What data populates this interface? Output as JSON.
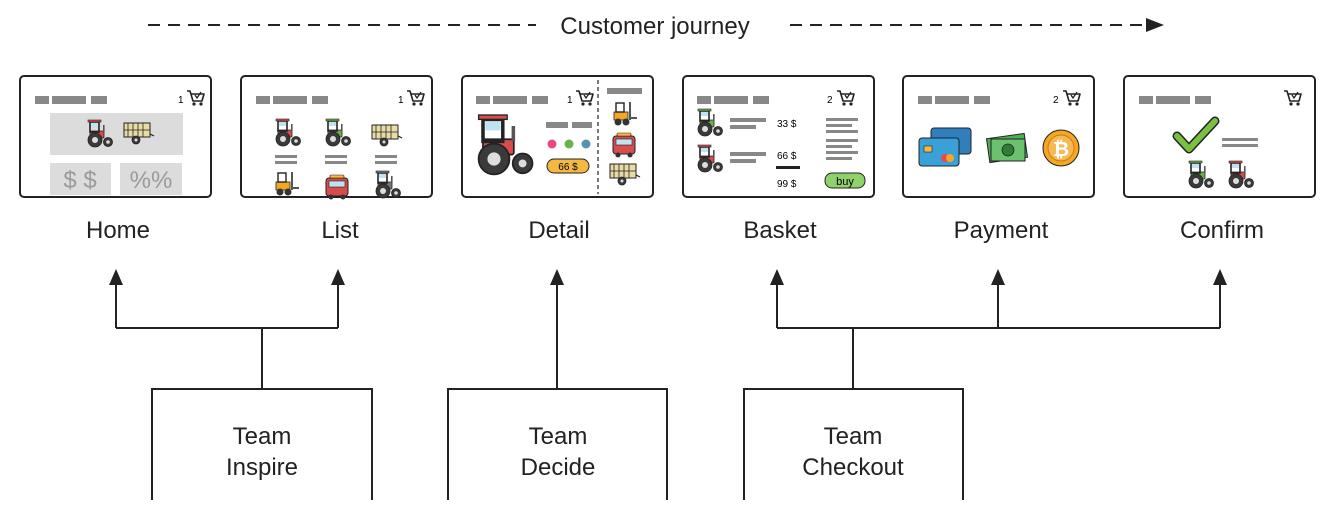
{
  "journey_label": "Customer journey",
  "screens": [
    {
      "id": "home",
      "label": "Home",
      "cart_count": "1",
      "tiles": [
        "$ $",
        "%%"
      ]
    },
    {
      "id": "list",
      "label": "List",
      "cart_count": "1"
    },
    {
      "id": "detail",
      "label": "Detail",
      "cart_count": "1",
      "price": "66 $"
    },
    {
      "id": "basket",
      "label": "Basket",
      "cart_count": "2",
      "prices": [
        "33 $",
        "66 $",
        "99 $"
      ],
      "buy_label": "buy"
    },
    {
      "id": "payment",
      "label": "Payment",
      "cart_count": "2"
    },
    {
      "id": "confirm",
      "label": "Confirm",
      "cart_count": ""
    }
  ],
  "teams": [
    {
      "line1": "Team",
      "line2": "Inspire",
      "owns": [
        "Home",
        "List"
      ]
    },
    {
      "line1": "Team",
      "line2": "Decide",
      "owns": [
        "Detail"
      ]
    },
    {
      "line1": "Team",
      "line2": "Checkout",
      "owns": [
        "Basket",
        "Payment",
        "Confirm"
      ]
    }
  ],
  "colors": {
    "tractor_red": "#d84c4c",
    "tractor_green": "#6ab04c",
    "trailer_beige": "#e8dca4",
    "price_badge": "#f5b942",
    "buy_button": "#8fd16a",
    "card_blue": "#3aa0d8",
    "money_green": "#4caf50",
    "bitcoin_orange": "#f5a623",
    "check_green": "#7ac142",
    "gray_bar": "#888888"
  }
}
